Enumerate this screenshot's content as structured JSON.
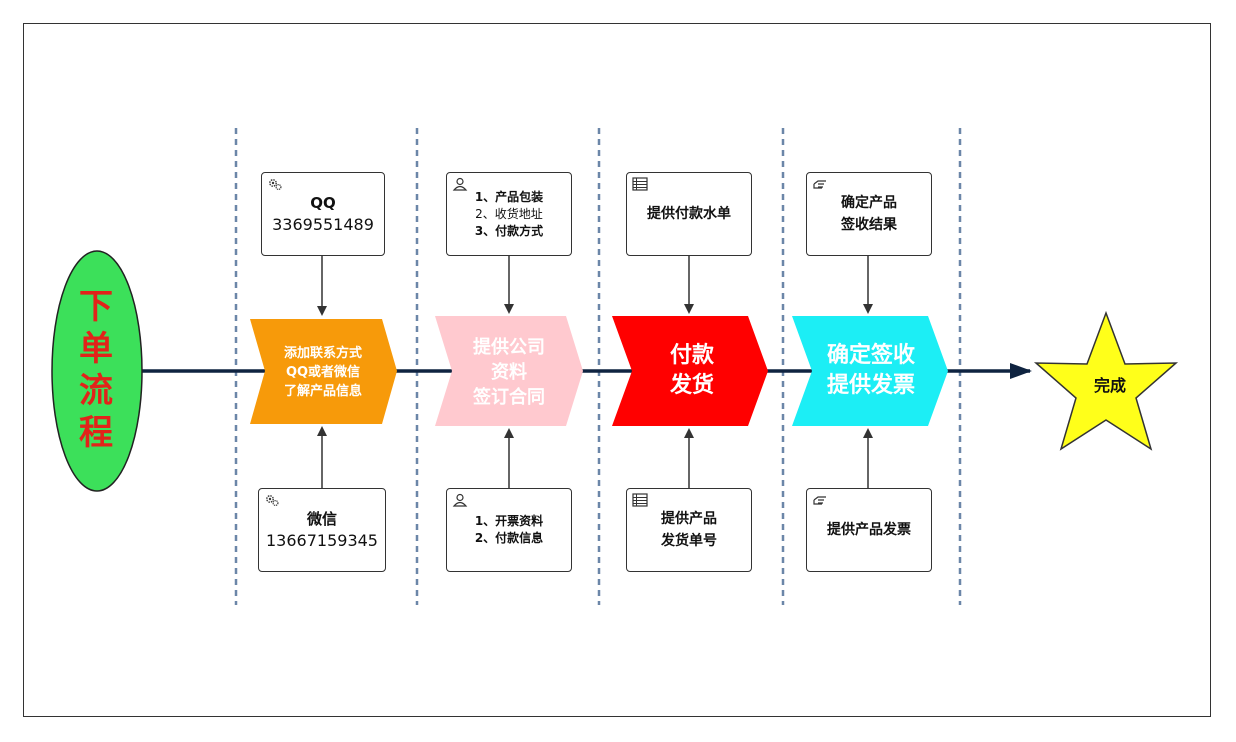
{
  "start": {
    "chars": [
      "下",
      "单",
      "流",
      "程"
    ],
    "fill": "#3ce05a",
    "text_color": "#e2231a"
  },
  "end": {
    "label": "完成",
    "fill": "#ffff1a"
  },
  "steps": [
    {
      "label_lines": [
        "添加联系方式",
        "QQ或者微信",
        "了解产品信息"
      ],
      "color": "#f79a0a",
      "top_box": {
        "icon": "gears-icon",
        "lines": [
          "QQ",
          "3369551489"
        ]
      },
      "bottom_box": {
        "icon": "gears-icon",
        "lines": [
          "微信",
          "13667159345"
        ]
      }
    },
    {
      "label_lines": [
        "提供公司",
        "资料",
        "签订合同"
      ],
      "color": "#ffc9cf",
      "top_box": {
        "icon": "person-icon",
        "lines": [
          "1、产品包装",
          "2、收货地址",
          "3、付款方式"
        ]
      },
      "bottom_box": {
        "icon": "person-icon",
        "lines": [
          "1、开票资料",
          "2、付款信息"
        ]
      }
    },
    {
      "label_lines": [
        "付款",
        "发货"
      ],
      "color": "#ff0000",
      "top_box": {
        "icon": "list-icon",
        "lines": [
          "提供付款水单"
        ]
      },
      "bottom_box": {
        "icon": "list-icon",
        "lines": [
          "提供产品",
          "发货单号"
        ]
      }
    },
    {
      "label_lines": [
        "确定签收",
        "提供发票"
      ],
      "color": "#1ceef5",
      "top_box": {
        "icon": "hand-point-icon",
        "lines": [
          "确定产品",
          "签收结果"
        ]
      },
      "bottom_box": {
        "icon": "hand-point-icon",
        "lines": [
          "提供产品发票"
        ]
      }
    }
  ]
}
